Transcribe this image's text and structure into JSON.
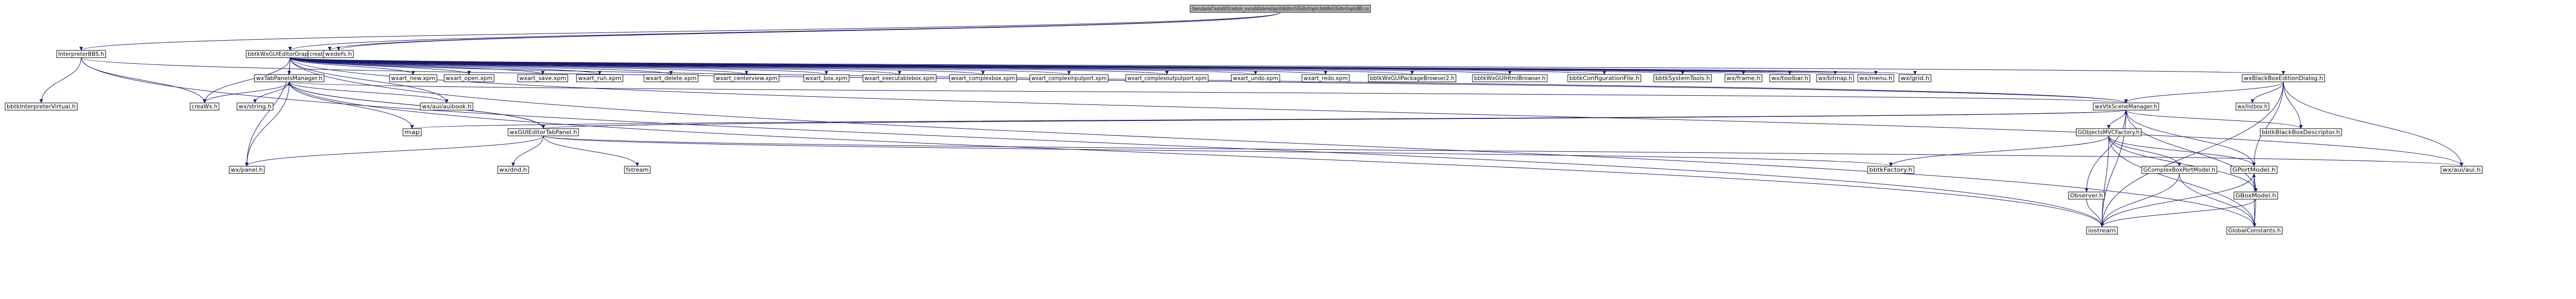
{
  "graph": {
    "root": "/Users/davila/Creatis/All3/creatools_source/bbtk/kernel/appli/bbEditor/GUIEditorGraphic/bbtkWxGUIEditorGraphicBBS.cxx",
    "nodes": [
      {
        "id": "root",
        "label": "/Users/davila/Creatis/All3/creatools_source/bbtk/kernel/appli/bbEditor/GUIEditorGraphic/bbtkWxGUIEditorGraphicBBS.cxx",
        "style": "root"
      },
      {
        "id": "interp",
        "label": "InterpreterBBS.h",
        "style": "normal"
      },
      {
        "id": "gbbs_h",
        "label": "bbtkWxGUIEditorGraphicBBS.h",
        "style": "normal"
      },
      {
        "id": "createsys",
        "label": "createsystem.h",
        "style": "normal"
      },
      {
        "id": "wxdefs",
        "label": "wxdefs.h",
        "style": "normal"
      },
      {
        "id": "interp_virt",
        "label": "bbtkInterpreterVirtual.h",
        "style": "normal"
      },
      {
        "id": "wxtabpm",
        "label": "wxTabPanelsManager.h",
        "style": "normal"
      },
      {
        "id": "xpm_new",
        "label": "wxart_new.xpm",
        "style": "normal"
      },
      {
        "id": "xpm_open",
        "label": "wxart_open.xpm",
        "style": "normal"
      },
      {
        "id": "xpm_save",
        "label": "wxart_save.xpm",
        "style": "normal"
      },
      {
        "id": "xpm_run",
        "label": "wxart_run.xpm",
        "style": "normal"
      },
      {
        "id": "xpm_delete",
        "label": "wxart_delete.xpm",
        "style": "normal"
      },
      {
        "id": "xpm_center",
        "label": "wxart_centerview.xpm",
        "style": "normal"
      },
      {
        "id": "xpm_box",
        "label": "wxart_box.xpm",
        "style": "normal"
      },
      {
        "id": "xpm_exec",
        "label": "wxart_executablebox.xpm",
        "style": "normal"
      },
      {
        "id": "xpm_complex",
        "label": "wxart_complexbox.xpm",
        "style": "normal"
      },
      {
        "id": "xpm_cin",
        "label": "wxart_complexinputport.xpm",
        "style": "normal"
      },
      {
        "id": "xpm_cout",
        "label": "wxart_complexoutputport.xpm",
        "style": "normal"
      },
      {
        "id": "xpm_undo",
        "label": "wxart_undo.xpm",
        "style": "normal"
      },
      {
        "id": "xpm_redo",
        "label": "wxart_redo.xpm",
        "style": "normal"
      },
      {
        "id": "pkgb",
        "label": "bbtkWxGUIPackageBrowser2.h",
        "style": "normal"
      },
      {
        "id": "htmlb",
        "label": "bbtkWxGUIHtmlBrowser.h",
        "style": "normal"
      },
      {
        "id": "conffile",
        "label": "bbtkConfigurationFile.h",
        "style": "normal"
      },
      {
        "id": "systools",
        "label": "bbtkSystemTools.h",
        "style": "normal"
      },
      {
        "id": "wxframe",
        "label": "wx/frame.h",
        "style": "normal"
      },
      {
        "id": "wxtoolbar",
        "label": "wx/toolbar.h",
        "style": "normal"
      },
      {
        "id": "wxbitmap",
        "label": "wx/bitmap.h",
        "style": "normal"
      },
      {
        "id": "wxmenu",
        "label": "wx/menu.h",
        "style": "normal"
      },
      {
        "id": "wxgrid",
        "label": "wx/grid.h",
        "style": "normal"
      },
      {
        "id": "wxbbedit",
        "label": "wxBlackBoxEditionDialog.h",
        "style": "normal"
      },
      {
        "id": "createfn",
        "label": "creaWx.h",
        "style": "normal"
      },
      {
        "id": "wxstring",
        "label": "wx/string.h",
        "style": "normal"
      },
      {
        "id": "wxauinb",
        "label": "wx/aui/auibook.h",
        "style": "normal"
      },
      {
        "id": "vtkscene",
        "label": "wxVtkSceneManager.h",
        "style": "red"
      },
      {
        "id": "wxlistbox",
        "label": "wx/listbox.h",
        "style": "normal"
      },
      {
        "id": "map",
        "label": "map",
        "style": "normal"
      },
      {
        "id": "wxguitab",
        "label": "wxGUIEditorTabPanel.h",
        "style": "red"
      },
      {
        "id": "wxpanel",
        "label": "wx/panel.h",
        "style": "normal"
      },
      {
        "id": "bbdesc",
        "label": "bbtkBlackBoxDescriptor.h",
        "style": "normal"
      },
      {
        "id": "goobjmvc",
        "label": "GObjectsMVCFactory.h",
        "style": "red"
      },
      {
        "id": "wxdnd",
        "label": "wx/dnd.h",
        "style": "normal"
      },
      {
        "id": "fstream",
        "label": "fstream",
        "style": "normal"
      },
      {
        "id": "bbfactory",
        "label": "bbtkFactory.h",
        "style": "normal"
      },
      {
        "id": "gcomplexport",
        "label": "GComplexBoxPortModel.h",
        "style": "normal"
      },
      {
        "id": "gportmodel",
        "label": "GPortModel.h",
        "style": "red"
      },
      {
        "id": "wxaui",
        "label": "wx/aui/aui.h",
        "style": "normal"
      },
      {
        "id": "gboxmodel",
        "label": "GBoxModel.h",
        "style": "red"
      },
      {
        "id": "observer",
        "label": "Observer.h",
        "style": "normal"
      },
      {
        "id": "iostream",
        "label": "iostream",
        "style": "normal"
      },
      {
        "id": "globalconst",
        "label": "GlobalConstants.h",
        "style": "normal"
      }
    ],
    "edges": [
      [
        "root",
        "interp"
      ],
      [
        "root",
        "gbbs_h"
      ],
      [
        "root",
        "createsys"
      ],
      [
        "root",
        "wxdefs"
      ],
      [
        "interp",
        "interp_virt"
      ],
      [
        "interp",
        "createfn"
      ],
      [
        "interp",
        "vtkscene"
      ],
      [
        "interp",
        "iostream"
      ],
      [
        "gbbs_h",
        "wxtabpm"
      ],
      [
        "gbbs_h",
        "xpm_new"
      ],
      [
        "gbbs_h",
        "xpm_open"
      ],
      [
        "gbbs_h",
        "xpm_save"
      ],
      [
        "gbbs_h",
        "xpm_run"
      ],
      [
        "gbbs_h",
        "xpm_delete"
      ],
      [
        "gbbs_h",
        "xpm_center"
      ],
      [
        "gbbs_h",
        "xpm_box"
      ],
      [
        "gbbs_h",
        "xpm_exec"
      ],
      [
        "gbbs_h",
        "xpm_complex"
      ],
      [
        "gbbs_h",
        "xpm_cin"
      ],
      [
        "gbbs_h",
        "xpm_cout"
      ],
      [
        "gbbs_h",
        "xpm_undo"
      ],
      [
        "gbbs_h",
        "xpm_redo"
      ],
      [
        "gbbs_h",
        "pkgb"
      ],
      [
        "gbbs_h",
        "htmlb"
      ],
      [
        "gbbs_h",
        "conffile"
      ],
      [
        "gbbs_h",
        "systools"
      ],
      [
        "gbbs_h",
        "wxframe"
      ],
      [
        "gbbs_h",
        "wxtoolbar"
      ],
      [
        "gbbs_h",
        "wxbitmap"
      ],
      [
        "gbbs_h",
        "wxmenu"
      ],
      [
        "gbbs_h",
        "wxgrid"
      ],
      [
        "gbbs_h",
        "wxbbedit"
      ],
      [
        "gbbs_h",
        "createfn"
      ],
      [
        "gbbs_h",
        "wxauinb"
      ],
      [
        "gbbs_h",
        "wxpanel"
      ],
      [
        "gbbs_h",
        "wxaui"
      ],
      [
        "gbbs_h",
        "globalconst"
      ],
      [
        "gbbs_h",
        "vtkscene"
      ],
      [
        "wxtabpm",
        "createfn"
      ],
      [
        "wxtabpm",
        "wxstring"
      ],
      [
        "wxtabpm",
        "wxauinb"
      ],
      [
        "wxtabpm",
        "vtkscene"
      ],
      [
        "wxtabpm",
        "map"
      ],
      [
        "wxtabpm",
        "wxguitab"
      ],
      [
        "wxtabpm",
        "wxpanel"
      ],
      [
        "wxtabpm",
        "iostream"
      ],
      [
        "wxbbedit",
        "wxlistbox"
      ],
      [
        "wxbbedit",
        "bbdesc"
      ],
      [
        "wxbbedit",
        "gportmodel"
      ],
      [
        "wxbbedit",
        "wxaui"
      ],
      [
        "wxbbedit",
        "iostream"
      ],
      [
        "wxbbedit",
        "vtkscene"
      ],
      [
        "vtkscene",
        "map"
      ],
      [
        "vtkscene",
        "wxguitab"
      ],
      [
        "vtkscene",
        "goobjmvc"
      ],
      [
        "vtkscene",
        "bbdesc"
      ],
      [
        "vtkscene",
        "observer"
      ],
      [
        "vtkscene",
        "iostream"
      ],
      [
        "vtkscene",
        "gportmodel"
      ],
      [
        "vtkscene",
        "gboxmodel"
      ],
      [
        "wxguitab",
        "wxtabpm"
      ],
      [
        "wxguitab",
        "vtkscene"
      ],
      [
        "wxguitab",
        "wxdnd"
      ],
      [
        "wxguitab",
        "fstream"
      ],
      [
        "wxguitab",
        "wxpanel"
      ],
      [
        "wxguitab",
        "bbfactory"
      ],
      [
        "wxguitab",
        "wxaui"
      ],
      [
        "goobjmvc",
        "bbfactory"
      ],
      [
        "goobjmvc",
        "gcomplexport"
      ],
      [
        "goobjmvc",
        "gportmodel"
      ],
      [
        "goobjmvc",
        "gboxmodel"
      ],
      [
        "goobjmvc",
        "iostream"
      ],
      [
        "goobjmvc",
        "globalconst"
      ],
      [
        "gcomplexport",
        "iostream"
      ],
      [
        "gcomplexport",
        "globalconst"
      ],
      [
        "gportmodel",
        "gboxmodel"
      ],
      [
        "gportmodel",
        "iostream"
      ],
      [
        "gportmodel",
        "globalconst"
      ],
      [
        "gboxmodel",
        "gportmodel"
      ],
      [
        "gboxmodel",
        "iostream"
      ],
      [
        "gboxmodel",
        "globalconst"
      ],
      [
        "observer",
        "iostream"
      ]
    ]
  },
  "colors": {
    "edge": "#191970",
    "normal_fill": "#ffffff",
    "normal_stroke": "#000000",
    "root_fill": "#bfbfbf",
    "red_stroke": "#ff0000"
  }
}
